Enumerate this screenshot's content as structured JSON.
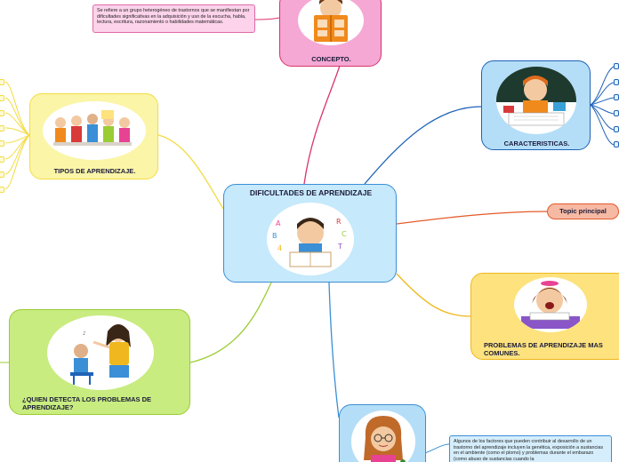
{
  "central": {
    "title": "DIFICULTADES DE APRENDIZAJE",
    "icon": "student-reading-icon"
  },
  "branches": {
    "concepto": {
      "label": "CONCEPTO.",
      "icon": "child-reading-book-icon"
    },
    "caracteristicas": {
      "label": "CARACTERISTICAS.",
      "icon": "boy-studying-icon"
    },
    "topic": {
      "label": "Topic principal"
    },
    "problemas": {
      "label": "PROBLEMAS DE APRENDIZAJE MAS COMUNES.",
      "icon": "frustrated-girl-icon"
    },
    "detecta": {
      "label": "¿QUIEN DETECTA LOS PROBLEMAS DE APRENDIZAJE?",
      "icon": "teacher-and-child-icon"
    },
    "tipos": {
      "label": "TIPOS DE APRENDIZAJE.",
      "icon": "group-of-children-icon"
    },
    "causas": {
      "icon": "woman-with-glasses-icon"
    }
  },
  "notes": {
    "concepto": "Se refiere a un grupo heterogéneo de trastornos que se manifiestan  por dificultades significativas en la adquisición y uso de la escucha, habla, lectura, escritura, razonamiento o habilidades matemáticas.",
    "causas": "Algunos de los factores que pueden contribuir al desarrollo de un trastorno del aprendizaje incluyen la genética, exposición a sustancias en el ambiente (como el plomo) y problemas durante el embarazo (como abuso de sustancias cuando la"
  },
  "colors": {
    "central": "#c6e9fb",
    "concepto": "#f5a8d4",
    "caracteristicas": "#b4def7",
    "topic": "#f6b9a4",
    "problemas": "#fde27e",
    "detecta": "#c8ec7f",
    "tipos": "#fbf5a8",
    "causas": "#b4def7",
    "link_concepto": "#d9336e",
    "link_caracteristicas": "#1f63b8",
    "link_topic": "#e45a2a",
    "link_problemas": "#f0b81e",
    "link_detecta": "#9acc34",
    "link_tipos": "#f2dc43",
    "link_causas": "#3a8fd6"
  }
}
